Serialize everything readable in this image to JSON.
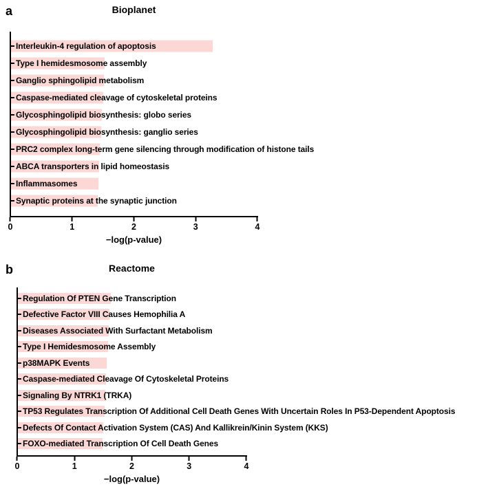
{
  "panels": [
    {
      "panel_label": "a",
      "title": "Bioplanet"
    },
    {
      "panel_label": "b",
      "title": "Reactome"
    }
  ],
  "chart_data": [
    {
      "type": "bar",
      "orientation": "horizontal",
      "title": "Bioplanet",
      "xlabel": "−log(p-value)",
      "xlim": [
        0,
        4
      ],
      "xticks": [
        0,
        1,
        2,
        3,
        4
      ],
      "bar_color": "#fbd7d5",
      "grid": false,
      "legend": false,
      "categories": [
        "Interleukin-4 regulation of apoptosis",
        "Type I hemidesmosome assembly",
        "Ganglio sphingolipid metabolism",
        "Caspase-mediated cleavage of cytoskeletal proteins",
        "Glycosphingolipid biosynthesis: globo series",
        "Glycosphingolipid biosynthesis: ganglio series",
        "PRC2 complex long-term gene silencing through modification of histone tails",
        "ABCA transporters in lipid homeostasis",
        "Inflammasomes",
        "Synaptic proteins at the synaptic junction"
      ],
      "values": [
        3.27,
        1.52,
        1.5,
        1.49,
        1.47,
        1.46,
        1.44,
        1.43,
        1.41,
        1.4
      ]
    },
    {
      "type": "bar",
      "orientation": "horizontal",
      "title": "Reactome",
      "xlabel": "−log(p-value)",
      "xlim": [
        0,
        4
      ],
      "xticks": [
        0,
        1,
        2,
        3,
        4
      ],
      "bar_color": "#fbd7d5",
      "grid": false,
      "legend": false,
      "categories": [
        "Regulation Of PTEN Gene Transcription",
        "Defective Factor VIII Causes Hemophilia A",
        "Diseases Associated With Surfactant Metabolism",
        "Type I Hemidesmosome Assembly",
        "p38MAPK Events",
        "Caspase-mediated Cleavage Of Cytoskeletal Proteins",
        "Signaling By NTRK1 (TRKA)",
        "TP53 Regulates Transcription Of Additional Cell Death Genes With Uncertain Roles In P53-Dependent Apoptosis",
        "Defects Of Contact Activation System (CAS) And Kallikrein/Kinin System (KKS)",
        "FOXO-mediated Transcription Of Cell Death Genes"
      ],
      "values": [
        1.62,
        1.6,
        1.58,
        1.57,
        1.55,
        1.54,
        1.52,
        1.51,
        1.49,
        1.48
      ]
    }
  ]
}
